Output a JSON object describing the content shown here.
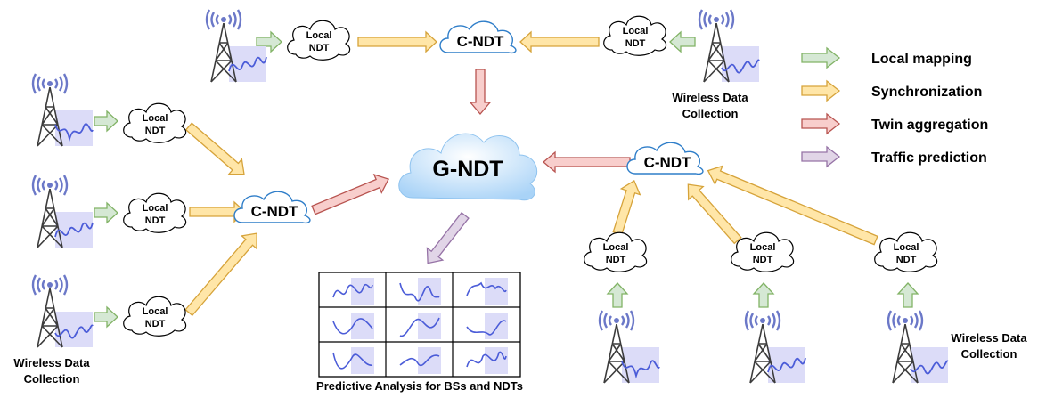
{
  "labels": {
    "gndt": "G-NDT",
    "cndt": "C-NDT",
    "local": "Local",
    "ndt": "NDT"
  },
  "captions": {
    "wireless_line1": "Wireless Data",
    "wireless_line2": "Collection",
    "predictive": "Predictive Analysis for BSs and NDTs"
  },
  "legend": [
    {
      "label": "Local mapping",
      "color": "#82b366",
      "fill": "#d5e8d4"
    },
    {
      "label": "Synchronization",
      "color": "#d6a33a",
      "fill": "#ffe6a8"
    },
    {
      "label": "Twin aggregation",
      "color": "#b85450",
      "fill": "#f8cecc"
    },
    {
      "label": "Traffic prediction",
      "color": "#9673a6",
      "fill": "#e1d5e7"
    }
  ],
  "colors": {
    "cloud_stroke": "#2f7ec9",
    "gndt_fill": "#bfe0fb",
    "tower": "#3c3c3c",
    "signal": "#4b5cd8",
    "signal_bg": "#dcdcf8"
  }
}
